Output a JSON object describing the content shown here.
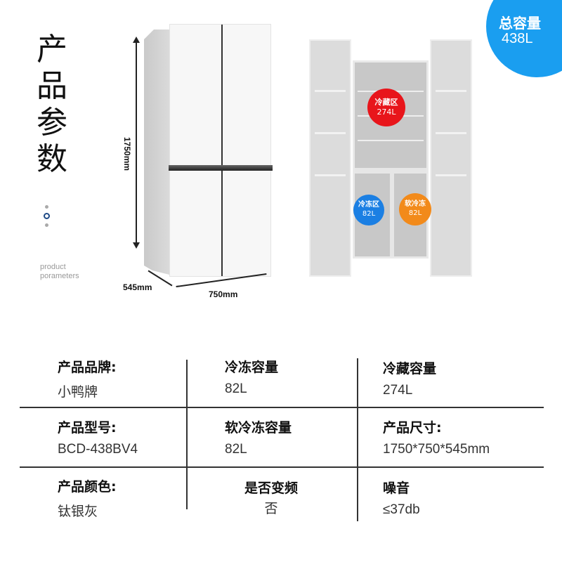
{
  "heading": {
    "chars": [
      "产",
      "品",
      "参",
      "数"
    ],
    "subtitle_line1": "product",
    "subtitle_line2": "porameters"
  },
  "pager": {
    "dots": 3,
    "active_index": 1
  },
  "dimensions": {
    "height": "1750mm",
    "depth": "545mm",
    "width": "750mm"
  },
  "total_badge": {
    "label": "总容量",
    "value": "438L",
    "color": "#1a9ef0"
  },
  "zones": [
    {
      "label": "冷藏区",
      "value": "274L",
      "color": "#e8151b"
    },
    {
      "label": "冷冻区",
      "value": "82L",
      "color": "#1b7fe3"
    },
    {
      "label": "软冷冻",
      "value": "82L",
      "color": "#f28a1a"
    }
  ],
  "specs": [
    [
      {
        "label": "产品品牌:",
        "value": "小鸭牌"
      },
      {
        "label": "冷冻容量",
        "value": "82L"
      },
      {
        "label": "冷藏容量",
        "value": "274L"
      }
    ],
    [
      {
        "label": "产品型号:",
        "value": "BCD-438BV4"
      },
      {
        "label": "软冷冻容量",
        "value": "82L"
      },
      {
        "label": "产品尺寸:",
        "value": "1750*750*545mm"
      }
    ],
    [
      {
        "label": "产品颜色:",
        "value": "钛银灰"
      },
      {
        "label": "是否变频",
        "value": "否"
      },
      {
        "label": "噪音",
        "value": "≤37db"
      }
    ]
  ]
}
